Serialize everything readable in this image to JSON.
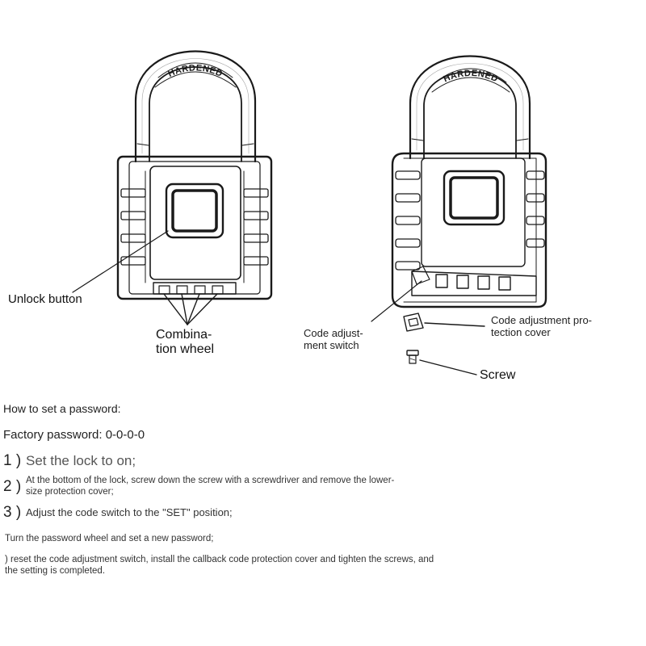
{
  "labels": {
    "unlock_button": "Unlock button",
    "combination_wheel": "Combina-\ntion wheel",
    "code_adjustment_switch": "Code adjust-\nment switch",
    "code_adjustment_cover": "Code adjustment pro-\ntection cover",
    "screw": "Screw",
    "shackle_text_left": "HARDENED",
    "shackle_text_right": "HARDENED"
  },
  "instructions": {
    "title": "How to set a password:",
    "factory_password": "Factory password: 0-0-0-0",
    "steps": [
      {
        "number": "1 )",
        "text": "Set the lock to on;"
      },
      {
        "number": "2 )",
        "text": "At the bottom of the lock, screw down the screw with a screwdriver and remove the lower-\nsize protection cover;"
      },
      {
        "number": "3 )",
        "text": "Adjust the code switch to the \"SET\" position;"
      }
    ],
    "notes": [
      "Turn the password wheel and set a new password;",
      ") reset the code adjustment switch, install the callback code protection cover and tighten the screws, and\nthe setting is completed."
    ]
  },
  "colors": {
    "line": "#1a1a1a",
    "text": "#1a1a1a",
    "muted_text": "#555555",
    "background": "#ffffff"
  }
}
